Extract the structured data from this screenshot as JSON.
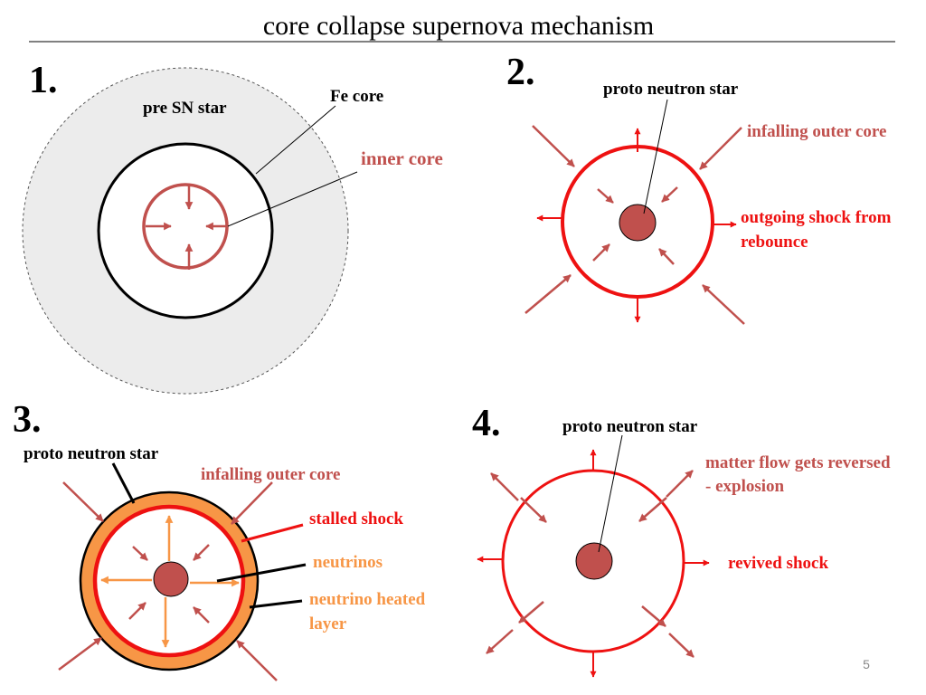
{
  "slide": {
    "title": "core collapse supernova mechanism",
    "page_number": "5"
  },
  "colors": {
    "dark_red": "#c0504d",
    "bright_red": "#ee1111",
    "orange": "#f79646",
    "grey_fill": "#ececec",
    "black": "#000000"
  },
  "panel1": {
    "number": "1.",
    "label_star": "pre SN star",
    "label_fe_core": "Fe core",
    "label_inner_core": "inner core"
  },
  "panel2": {
    "number": "2.",
    "label_pns": "proto neutron star",
    "label_infall": "infalling outer core",
    "label_shock_line1": "outgoing shock from",
    "label_shock_line2": "rebounce"
  },
  "panel3": {
    "number": "3.",
    "label_pns": "proto neutron star",
    "label_infall": "infalling outer core",
    "label_stalled": "stalled shock",
    "label_neutrinos": "neutrinos",
    "label_heated_line1": "neutrino heated",
    "label_heated_line2": "layer"
  },
  "panel4": {
    "number": "4.",
    "label_pns": "proto neutron star",
    "label_reversed_line1": "matter flow gets reversed",
    "label_reversed_line2": "- explosion",
    "label_revived": "revived shock"
  }
}
